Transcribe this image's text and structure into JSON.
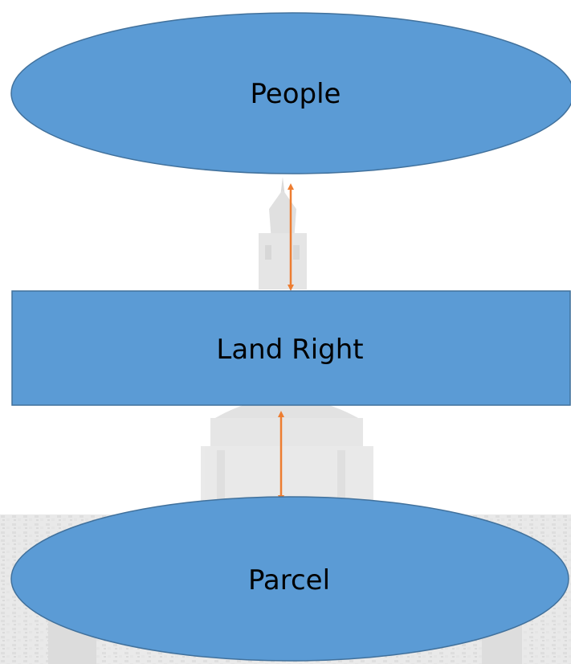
{
  "nodes": {
    "people": {
      "label": "People"
    },
    "land_right": {
      "label": "Land Right"
    },
    "parcel": {
      "label": "Parcel"
    }
  },
  "connectors": [
    {
      "from": "people",
      "to": "land_right",
      "style": "double-arrow"
    },
    {
      "from": "land_right",
      "to": "parcel",
      "style": "double-arrow"
    }
  ],
  "colors": {
    "shape_fill": "#5b9bd5",
    "shape_stroke": "#41719c",
    "arrow": "#ed7d31",
    "background_watermark": "#d9d9d9"
  }
}
